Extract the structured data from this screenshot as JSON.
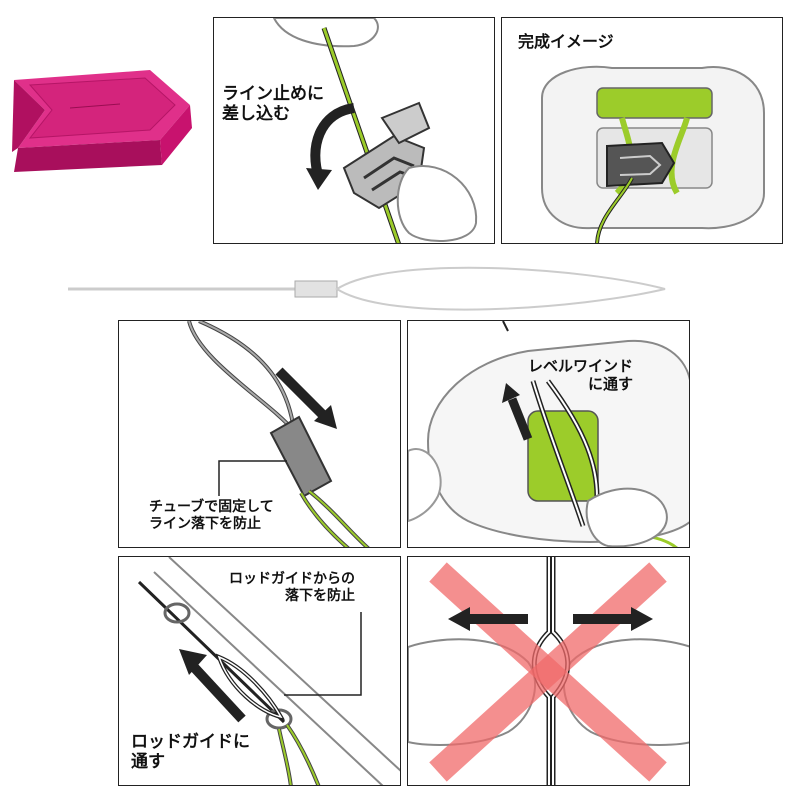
{
  "panels": {
    "line_stop": {
      "label_line1": "ライン止めに",
      "label_line2": "差し込む"
    },
    "complete": {
      "label": "完成イメージ"
    },
    "tube": {
      "label_line1": "チューブで固定して",
      "label_line2": "ライン落下を防止"
    },
    "levelwind": {
      "label_line1": "レベルワインド",
      "label_line2": "に通す"
    },
    "rod_guide": {
      "note_line1": "ロッドガイドからの",
      "note_line2": "落下を防止",
      "label_line1": "ロッドガイドに",
      "label_line2": "通す"
    }
  },
  "colors": {
    "stopper_magenta": "#c8126e",
    "line_green": "#9ccc2a",
    "cross_red": "#f06a6a",
    "outline": "#222222"
  }
}
